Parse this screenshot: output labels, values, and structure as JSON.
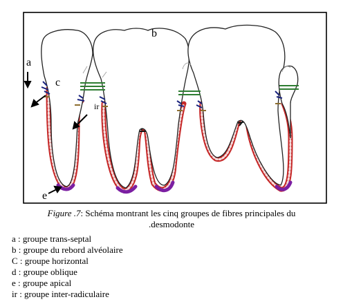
{
  "diagram": {
    "labels": {
      "a": "a",
      "b": "b",
      "c": "c",
      "e": "e",
      "ir": "ir"
    },
    "colors": {
      "frame": "#000000",
      "ligament": "#c62828",
      "trans_septal": "#2e7d32",
      "crestal": "#1a237e",
      "horizontal": "#8d6e2f",
      "apical": "#7b1fa2",
      "tooth_outline": "#222222"
    }
  },
  "caption": {
    "figure_label": "Figure .7",
    "text": ": Schéma montrant les cinq groupes de fibres principales du",
    "line2": ".desmodonte"
  },
  "legend": [
    "a : groupe trans-septal",
    "b : groupe du rebord alvéolaire",
    "C : groupe horizontal",
    "d : groupe oblique",
    "e : groupe apical",
    "ir : groupe inter-radiculaire"
  ]
}
